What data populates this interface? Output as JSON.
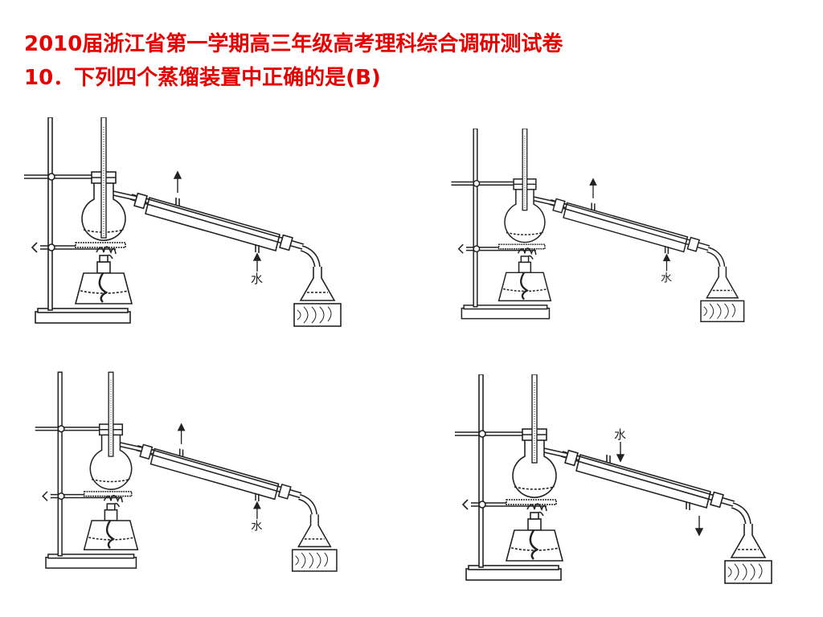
{
  "slide": {
    "title_line1": "2010届浙江省第一学期高三年级高考理科综合调研测试卷",
    "title_line2": "10．下列四个蒸馏装置中正确的是(B)"
  },
  "diagrams": [
    {
      "id": "a",
      "water_label": "水",
      "water_direction": "in-bottom"
    },
    {
      "id": "b",
      "water_label": "水",
      "water_direction": "in-bottom"
    },
    {
      "id": "c",
      "water_label": "水",
      "water_direction": "in-bottom"
    },
    {
      "id": "d",
      "water_label": "水",
      "water_direction": "in-top"
    }
  ],
  "colors": {
    "title": "#e60000",
    "ink": "#222222"
  }
}
